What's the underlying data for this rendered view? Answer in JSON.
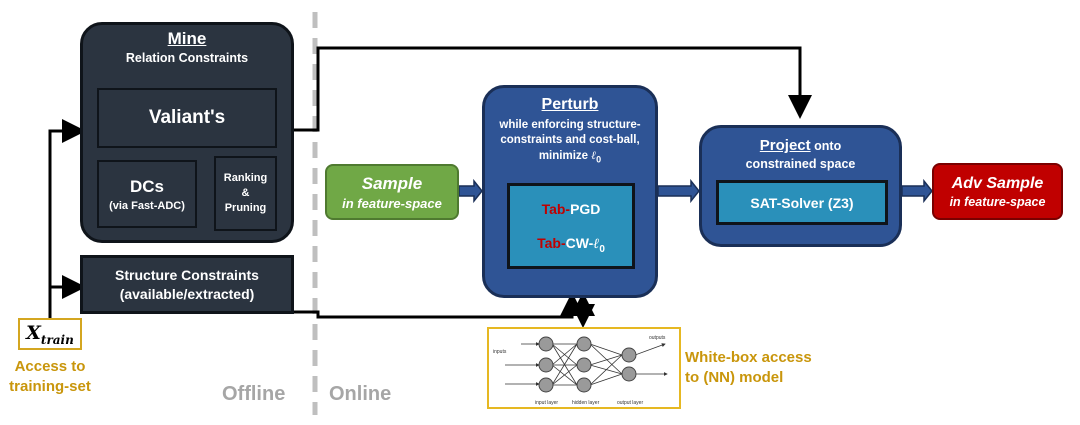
{
  "mine": {
    "title": "Mine",
    "subtitle": "Relation Constraints",
    "valiant": "Valiant's",
    "dcs": "DCs",
    "dcs_sub": "(via Fast-ADC)",
    "ranking_1": "Ranking",
    "ranking_2": "&",
    "ranking_3": "Pruning"
  },
  "structure": {
    "line1": "Structure Constraints",
    "line2": "(available/extracted)"
  },
  "xtrain": {
    "symbol": "X",
    "subscript": "train",
    "caption_1": "Access to",
    "caption_2": "training-set"
  },
  "divider": {
    "offline": "Offline",
    "online": "Online"
  },
  "sample": {
    "title": "Sample",
    "subtitle": "in feature-space"
  },
  "perturb": {
    "title": "Perturb",
    "desc_1": "while enforcing structure-",
    "desc_2": "constraints and cost-ball,",
    "desc_3": "minimize ",
    "desc_sym": "ℓ",
    "desc_sub": "0",
    "pgd_prefix": "Tab-",
    "pgd_suffix": "PGD",
    "cw_prefix": "Tab-",
    "cw_suffix": "CW-",
    "cw_sym": "ℓ",
    "cw_sub": "0"
  },
  "project": {
    "title": "Project",
    "title_rest": " onto",
    "subtitle": "constrained space",
    "solver": "SAT-Solver (Z3)"
  },
  "adv": {
    "title": "Adv Sample",
    "subtitle": "in feature-space"
  },
  "nn": {
    "inputs": "inputs",
    "outputs": "outputs",
    "input_layer": "input layer",
    "hidden_layer": "hidden layer",
    "output_layer": "output layer",
    "caption_1": "White-box access",
    "caption_2": "to (NN) model"
  },
  "colors": {
    "dark_box": "#2b3440",
    "blue_box": "#2f5495",
    "inner_blue": "#2a90ba",
    "green": "#70a846",
    "red": "#c00000",
    "gold": "#c9960c",
    "divider": "#bfbfbf"
  }
}
